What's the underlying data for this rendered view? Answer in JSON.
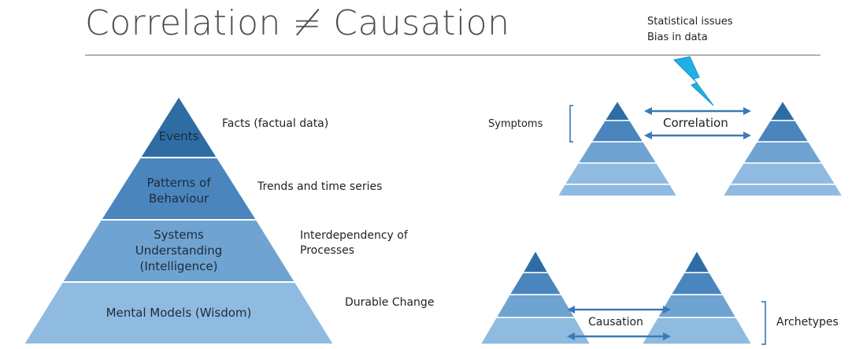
{
  "slide": {
    "title": "Correlation ≠ Causation",
    "top_note": [
      "Statistical issues",
      "Bias in data"
    ],
    "pyramid": {
      "levels": [
        {
          "label": "Events",
          "annotation": "Facts (factual data)"
        },
        {
          "label": "Patterns of Behaviour",
          "annotation": "Trends and time series"
        },
        {
          "label": "Systems Understanding (Intelligence)",
          "annotation": "Interdependency of Processes"
        },
        {
          "label": "Mental Models (Wisdom)",
          "annotation": "Durable Change"
        }
      ]
    },
    "symptoms_label": "Symptoms",
    "correlation_label": "Correlation",
    "causation_label": "Causation",
    "archetypes_label": "Archetypes",
    "colors": {
      "level1": "#2e6da3",
      "level2": "#4a86bd",
      "level3": "#6fa3d1",
      "level4": "#8fbbe0",
      "lightning": "#1fb0e6",
      "arrow": "#3a7ab8",
      "divider": "#9a9a9a"
    }
  }
}
